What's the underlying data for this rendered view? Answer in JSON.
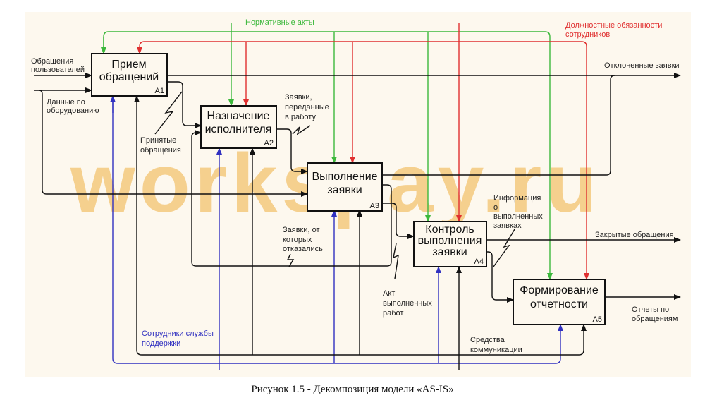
{
  "watermark": "workspay.ru",
  "caption": "Рисунок 1.5 - Декомпозиция модели «AS-IS»",
  "colors": {
    "background": "#fdf8ee",
    "control_green": "#3cb83c",
    "control_red": "#e03030",
    "mechanism_blue": "#3030c0",
    "arrow_black": "#111111"
  },
  "boxes": [
    {
      "id": "A1",
      "lines": [
        "Прием",
        "обращений"
      ]
    },
    {
      "id": "A2",
      "lines": [
        "Назначение",
        "исполнителя"
      ]
    },
    {
      "id": "A3",
      "lines": [
        "Выполнение",
        "заявки"
      ]
    },
    {
      "id": "A4",
      "lines": [
        "Контроль",
        "выполнения",
        "заявки"
      ]
    },
    {
      "id": "A5",
      "lines": [
        "Формирование",
        "отчетности"
      ]
    }
  ],
  "labels": {
    "user_requests": [
      "Обращения",
      "пользователей"
    ],
    "equipment_data": [
      "Данные по",
      "оборудованию"
    ],
    "regulations": "Нормативные акты",
    "duties": [
      "Должностные обязанности",
      "сотрудников"
    ],
    "rejected": "Отклоненные заявки",
    "accepted": [
      "Принятые",
      "обращения"
    ],
    "assigned": [
      "Заявки,",
      "переданные",
      "в работу"
    ],
    "refused": [
      "Заявки, от",
      "которых",
      "отказались"
    ],
    "act": [
      "Акт",
      "выполненных",
      "работ"
    ],
    "info": [
      "Информация",
      "о",
      "выполненных",
      "заявках"
    ],
    "closed": "Закрытые обращения",
    "reports": [
      "Отчеты по",
      "обращениям"
    ],
    "staff": [
      "Сотрудники службы",
      "поддержки"
    ],
    "comms": [
      "Средства",
      "коммуникации"
    ]
  }
}
